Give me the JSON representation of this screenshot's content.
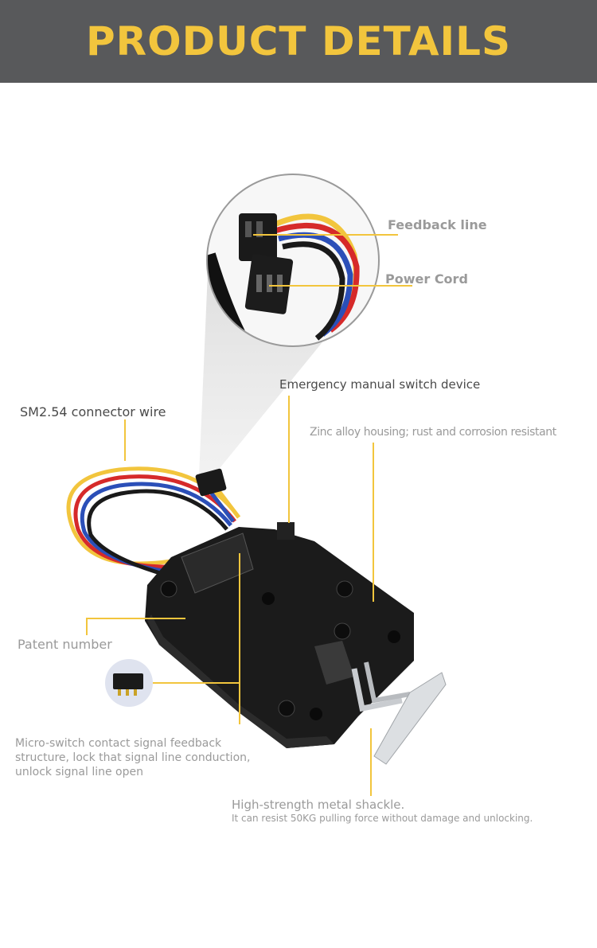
{
  "header": {
    "title": "PRODUCT DETAILS"
  },
  "callouts": {
    "feedback_line": "Feedback line",
    "power_cord": "Power Cord",
    "emergency_switch": "Emergency manual switch device",
    "sm_connector": "SM2.54 connector wire",
    "zinc_housing": "Zinc alloy housing; rust and corrosion resistant",
    "patent_number": "Patent number",
    "micro_switch_1": "Micro-switch contact signal feedback",
    "micro_switch_2": "structure, lock that signal line conduction,",
    "micro_switch_3": "unlock signal line open",
    "shackle_title": "High-strength metal shackle.",
    "shackle_detail": "It can resist 50KG pulling force without damage and unlocking."
  },
  "colors": {
    "banner": "#58595b",
    "accent": "#f2c53d"
  }
}
